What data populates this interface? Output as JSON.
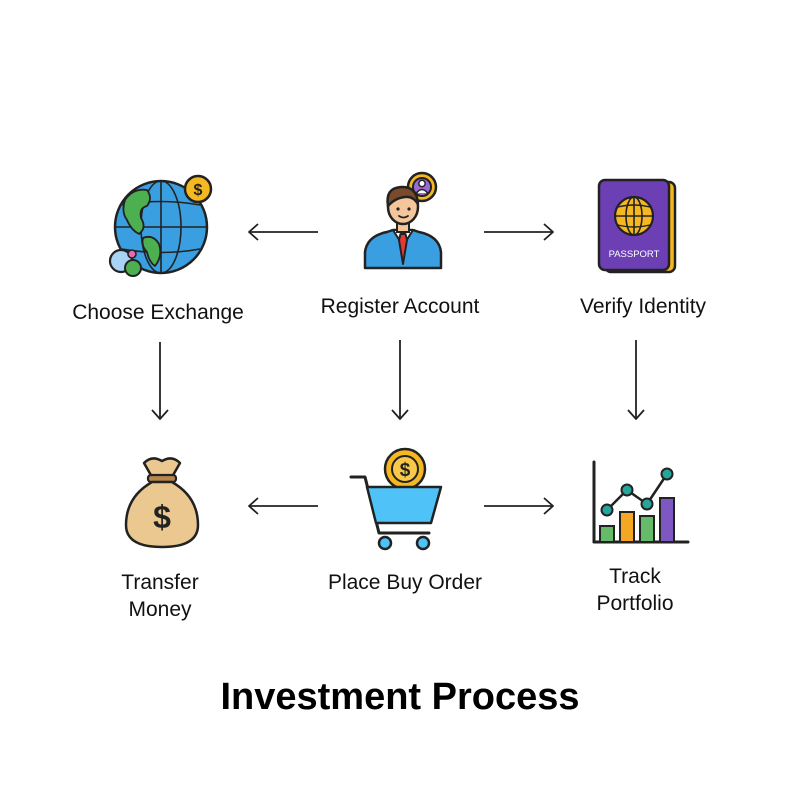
{
  "title": "Investment Process",
  "steps": {
    "register": {
      "label": "Register Account",
      "icon": "businessman-icon"
    },
    "choose": {
      "label": "Choose Exchange",
      "icon": "globe-dollar-icon"
    },
    "verify": {
      "label": "Verify Identity",
      "icon": "passport-icon",
      "badge_text": "PASSPORT"
    },
    "place": {
      "label": "Place Buy Order",
      "icon": "shopping-cart-coin-icon"
    },
    "transfer": {
      "label": "Transfer\nMoney",
      "icon": "money-bag-icon"
    },
    "track": {
      "label": "Track\nPortfolio",
      "icon": "portfolio-chart-icon"
    }
  },
  "connections": [
    {
      "from": "Register Account",
      "to": "Choose Exchange"
    },
    {
      "from": "Register Account",
      "to": "Verify Identity"
    },
    {
      "from": "Choose Exchange",
      "to": "Transfer Money"
    },
    {
      "from": "Register Account",
      "to": "Place Buy Order"
    },
    {
      "from": "Verify Identity",
      "to": "Track Portfolio"
    },
    {
      "from": "Place Buy Order",
      "to": "Transfer Money"
    },
    {
      "from": "Place Buy Order",
      "to": "Track Portfolio"
    }
  ],
  "colors": {
    "globe_ocean": "#3a9fe0",
    "globe_land": "#4caf50",
    "coin": "#f5b820",
    "suit": "#3a9fe0",
    "tie": "#e53935",
    "passport": "#6c3fb5",
    "cart": "#4fc3f7",
    "bag": "#ecc891",
    "bar_green": "#66bb6a",
    "bar_orange": "#f5a623",
    "bar_purple": "#7e57c2",
    "line": "#26a69a",
    "outline": "#222222"
  }
}
